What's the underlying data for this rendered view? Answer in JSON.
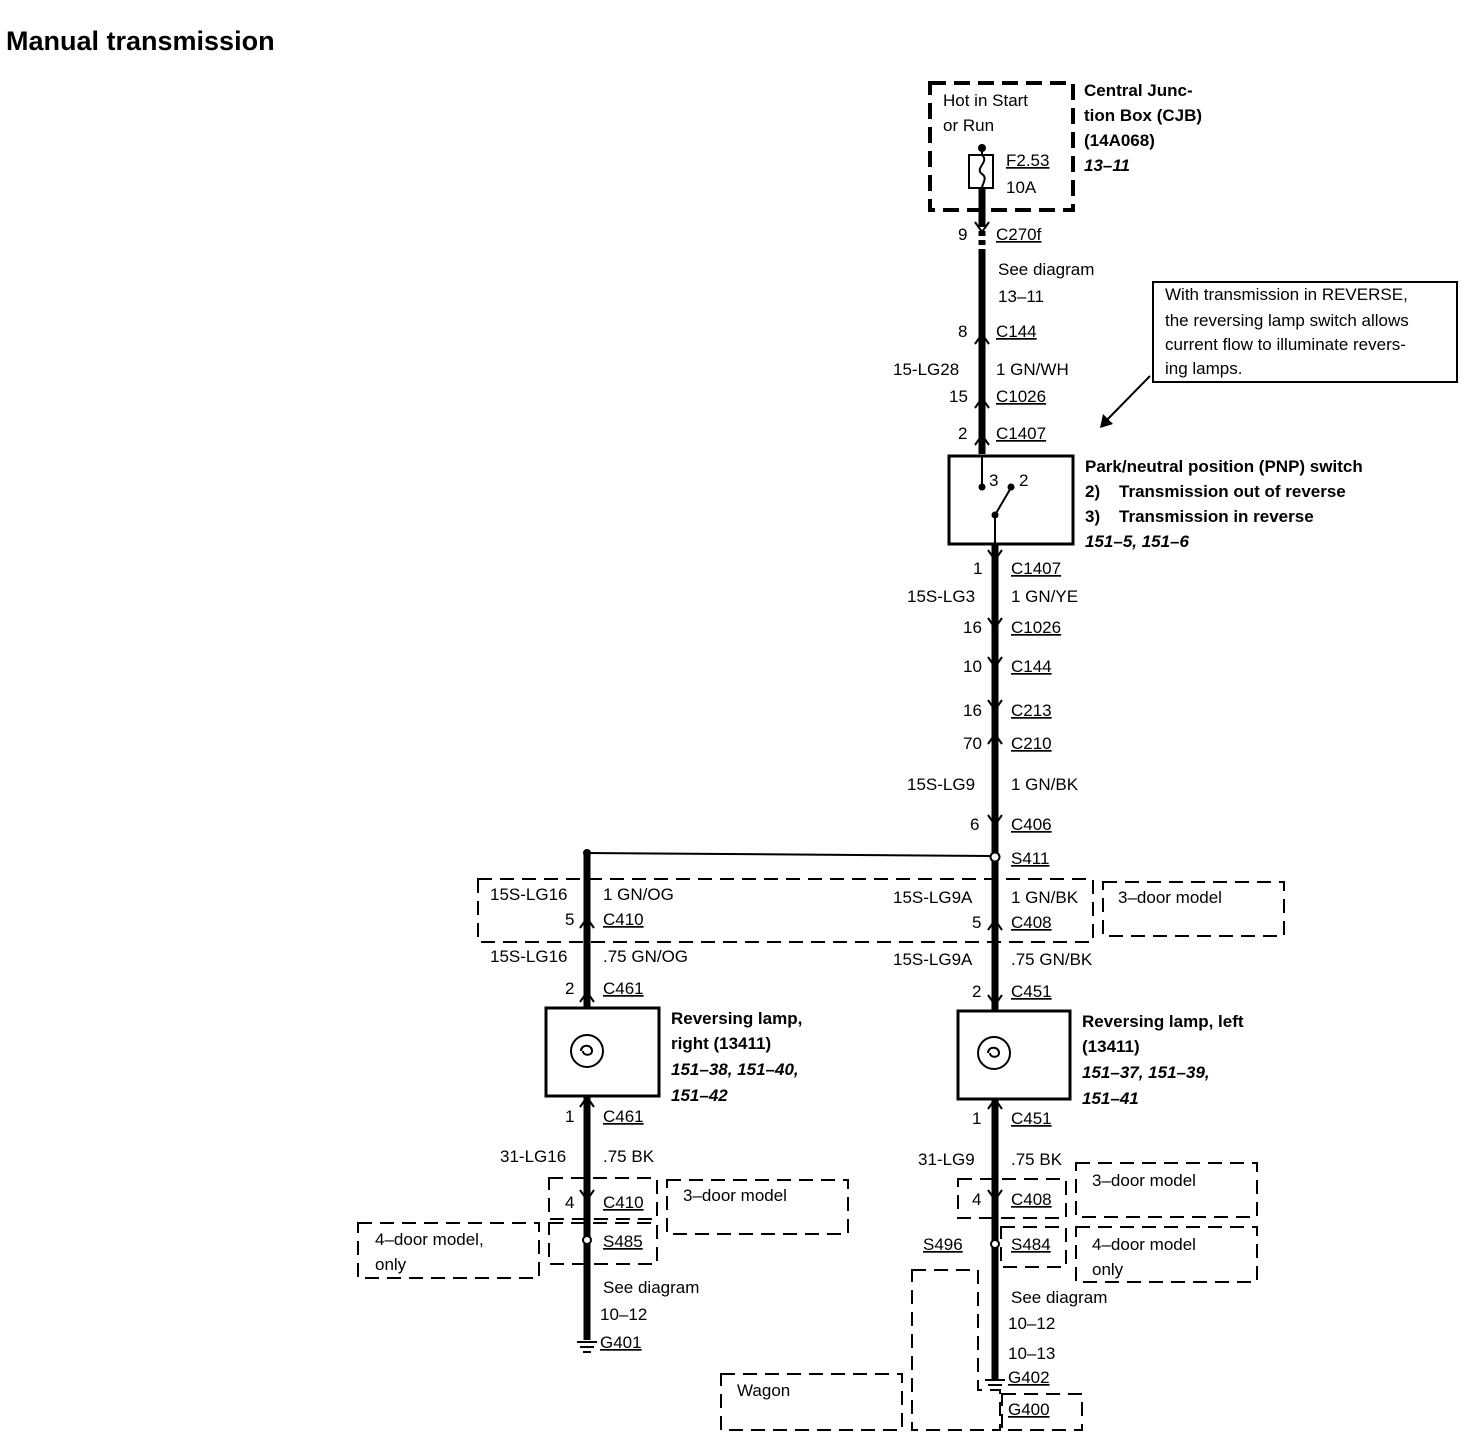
{
  "title": "Manual transmission",
  "cjb": {
    "box_line1": "Hot in Start",
    "box_line2": "or Run",
    "fuse_id": "F2.53",
    "fuse_rating": "10A",
    "name1": "Central Junc-",
    "name2": "tion Box (CJB)",
    "part": "(14A068)",
    "ref": "13–11"
  },
  "note": {
    "line1": "With transmission in REVERSE,",
    "line2": "the reversing lamp switch allows",
    "line3": "current flow to illuminate revers-",
    "line4": "ing lamps."
  },
  "pnp": {
    "pin3": "3",
    "pin2": "2",
    "name": "Park/neutral position (PNP) switch",
    "state1": "2)    Transmission out of reverse",
    "state2": "3)    Transmission in reverse",
    "ref": "151–5, 151–6"
  },
  "main_upper": {
    "pin_c270f": "9",
    "c270f": "C270f",
    "see1": "See diagram",
    "see2": "13–11",
    "pin_c144": "8",
    "c144": "C144",
    "circuit": "15-LG28",
    "wire": "1 GN/WH",
    "pin_c1026": "15",
    "c1026": "C1026",
    "pin_c1407": "2",
    "c1407": "C1407"
  },
  "main_lower": {
    "pin_c1407": "1",
    "c1407": "C1407",
    "circuit1": "15S-LG3",
    "wire1": "1 GN/YE",
    "pin_c1026": "16",
    "c1026": "C1026",
    "pin_c144": "10",
    "c144": "C144",
    "pin_c213": "16",
    "c213": "C213",
    "pin_c210": "70",
    "c210": "C210",
    "circuit2": "15S-LG9",
    "wire2": "1 GN/BK",
    "pin_c406": "6",
    "c406": "C406",
    "splice": "S411"
  },
  "left_branch": {
    "circuit1": "15S-LG9A",
    "wire1": "1 GN/BK",
    "pin_c408": "5",
    "c408": "C408",
    "door_label": "3–door model",
    "circuit2": "15S-LG9A",
    "wire2": ".75 GN/BK",
    "pin_c451": "2",
    "c451": "C451",
    "lamp_name1": "Reversing lamp, left",
    "lamp_name2": "(13411)",
    "lamp_ref1": "151–37, 151–39,",
    "lamp_ref2": "151–41",
    "pin_c451b": "1",
    "c451b": "C451",
    "circuit3": "31-LG9",
    "wire3": ".75 BK",
    "pin_c408b": "4",
    "c408b": "C408",
    "door_label2": "3–door model",
    "s496": "S496",
    "s484": "S484",
    "four_door1": "4–door model",
    "four_door2": "only",
    "see1": "See diagram",
    "see2": "10–12",
    "see3": "10–13",
    "g402": "G402",
    "g400": "G400",
    "wagon": "Wagon"
  },
  "right_branch": {
    "circuit1": "15S-LG16",
    "wire1": "1 GN/OG",
    "pin_c410": "5",
    "c410": "C410",
    "circuit2": "15S-LG16",
    "wire2": ".75 GN/OG",
    "pin_c461": "2",
    "c461": "C461",
    "lamp_name1": "Reversing lamp,",
    "lamp_name2": "right (13411)",
    "lamp_ref1": "151–38, 151–40,",
    "lamp_ref2": "151–42",
    "pin_c461b": "1",
    "c461b": "C461",
    "circuit3": "31-LG16",
    "wire3": ".75 BK",
    "pin_c410b": "4",
    "c410b": "C410",
    "door_label": "3–door model",
    "s485": "S485",
    "four_door1": "4–door model,",
    "four_door2": "only",
    "see1": "See diagram",
    "see2": "10–12",
    "g401": "G401"
  }
}
